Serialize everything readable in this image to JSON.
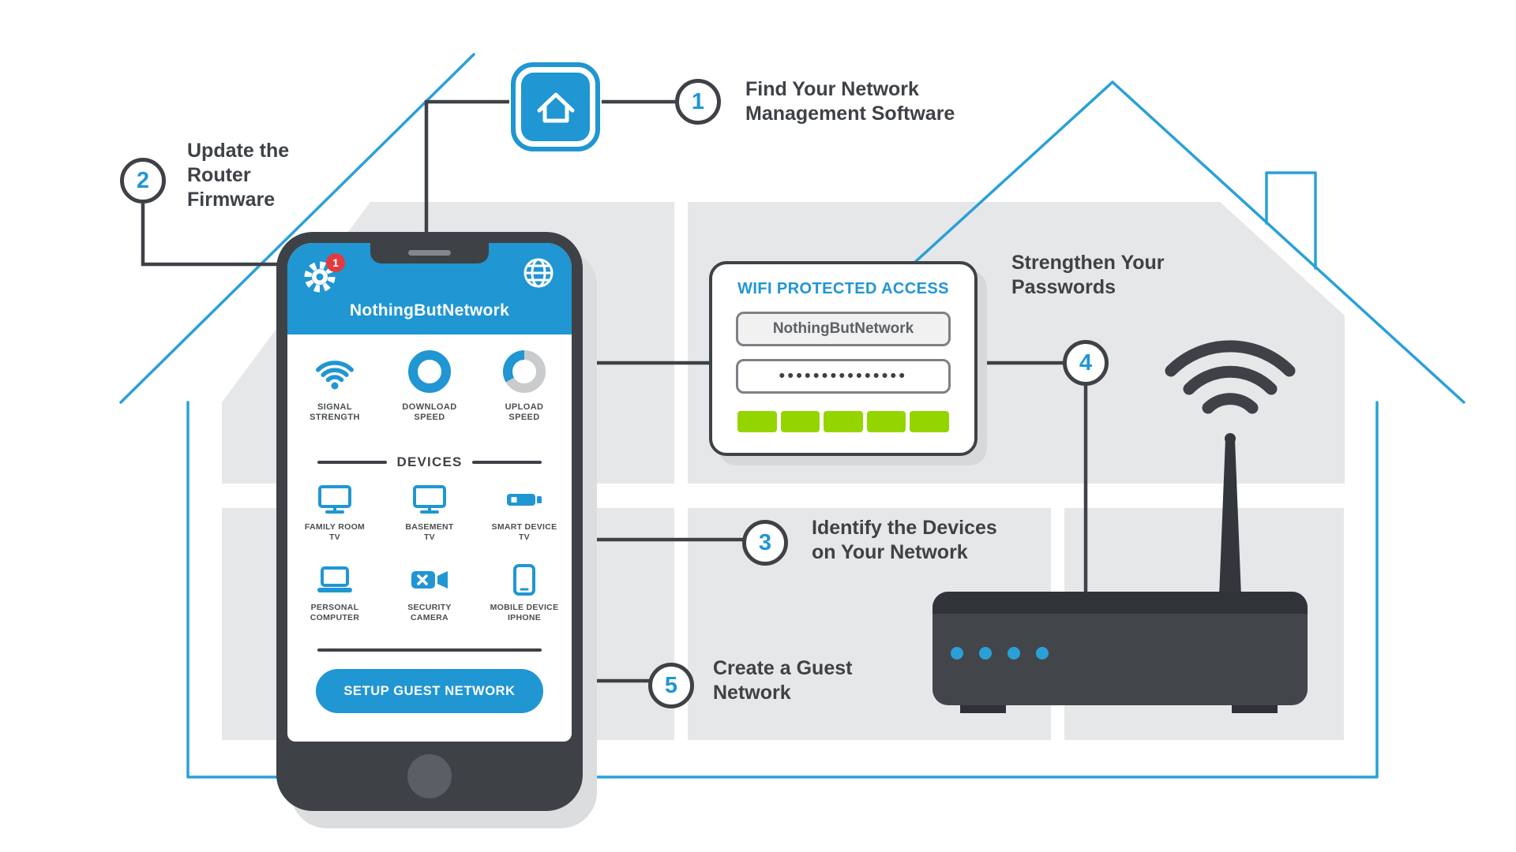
{
  "steps": [
    {
      "num": "1",
      "lines": [
        "Find Your Network",
        "Management Software"
      ]
    },
    {
      "num": "2",
      "lines": [
        "Update the",
        "Router",
        "Firmware"
      ]
    },
    {
      "num": "3",
      "lines": [
        "Identify the Devices",
        "on Your Network"
      ]
    },
    {
      "num": "4",
      "lines": [
        "Strengthen Your",
        "Passwords"
      ]
    },
    {
      "num": "5",
      "lines": [
        "Create a Guest",
        "Network"
      ]
    }
  ],
  "phone": {
    "badge": "1",
    "app_title": "NothingButNetwork",
    "stats": [
      {
        "lines": [
          "SIGNAL",
          "STRENGTH"
        ]
      },
      {
        "lines": [
          "DOWNLOAD",
          "SPEED"
        ]
      },
      {
        "lines": [
          "UPLOAD",
          "SPEED"
        ]
      }
    ],
    "devices_header": "DEVICES",
    "devices": [
      {
        "lines": [
          "FAMILY ROOM",
          "TV"
        ]
      },
      {
        "lines": [
          "BASEMENT",
          "TV"
        ]
      },
      {
        "lines": [
          "SMART DEVICE",
          "TV"
        ]
      },
      {
        "lines": [
          "PERSONAL",
          "COMPUTER"
        ]
      },
      {
        "lines": [
          "SECURITY",
          "CAMERA"
        ]
      },
      {
        "lines": [
          "MOBILE DEVICE",
          "IPHONE"
        ]
      }
    ],
    "guest_button": "SETUP GUEST NETWORK"
  },
  "wifi_card": {
    "title": "WIFI PROTECTED ACCESS",
    "network_name": "NothingButNetwork",
    "password": "•••••••••••••••"
  },
  "colors": {
    "blue": "#2096d3",
    "dark": "#3e4247",
    "room_gray": "#e6e7e8",
    "green": "#94d500",
    "red": "#e23b3f"
  }
}
